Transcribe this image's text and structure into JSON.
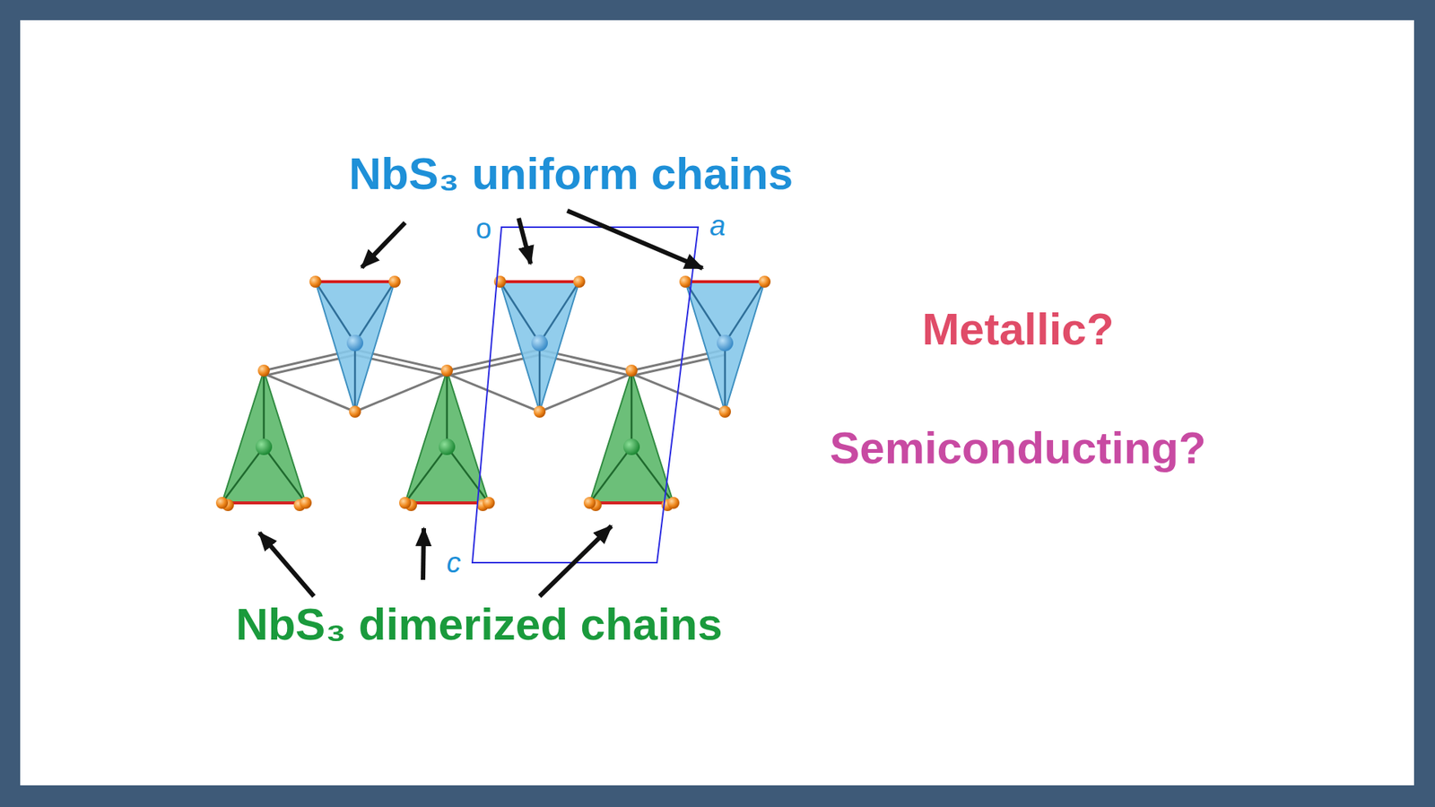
{
  "diagram": {
    "labels": [
      "NbS₃ uniform chains",
      "NbS₃ dimerized chains",
      "Metallic?",
      "Semiconducting?",
      "o",
      "a",
      "c"
    ]
  }
}
